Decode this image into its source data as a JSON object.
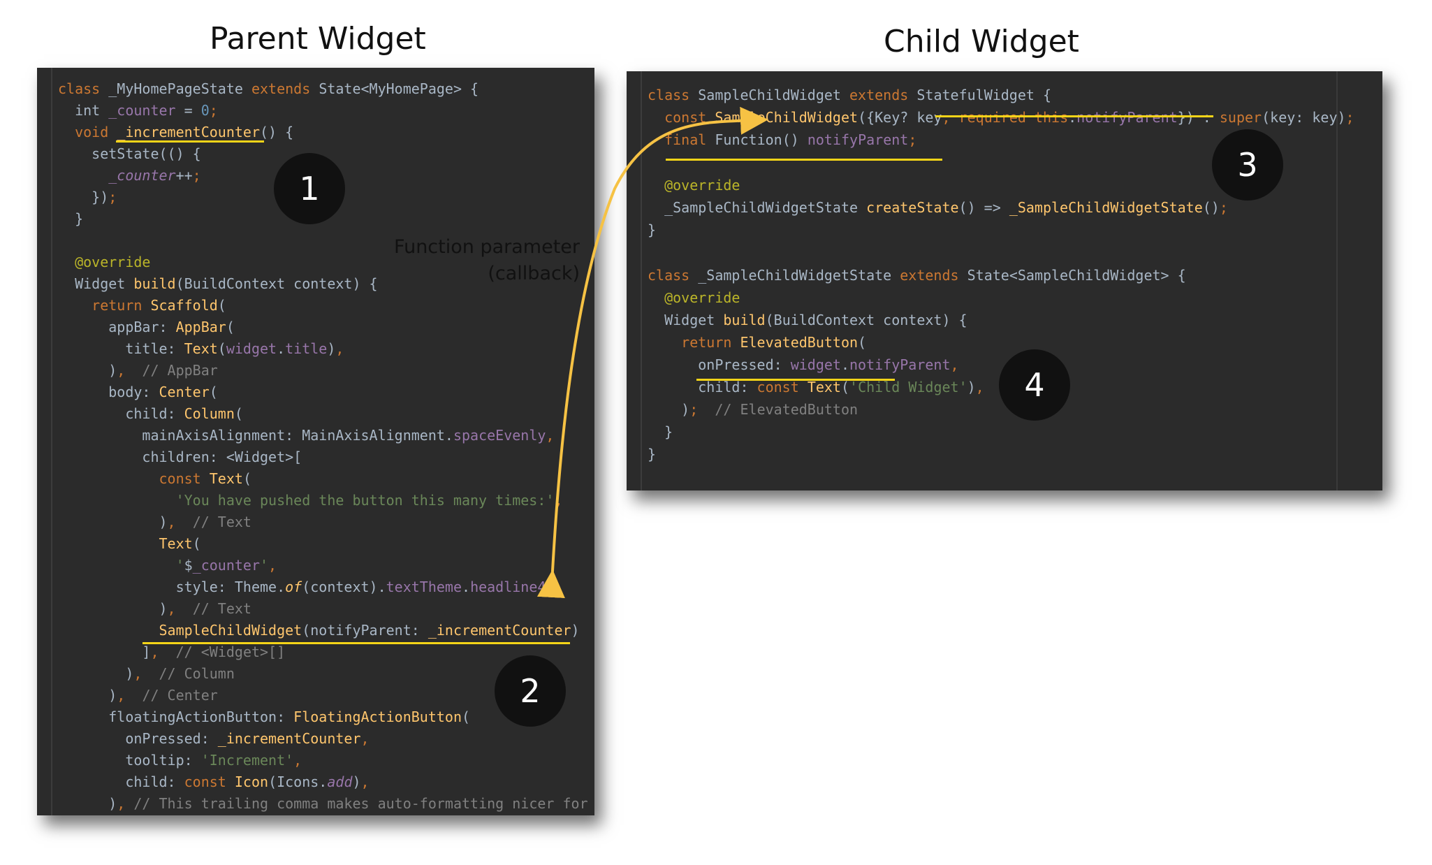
{
  "parent": {
    "heading": "Parent Widget",
    "lines": [
      "class _MyHomePageState extends State<MyHomePage> {",
      "  int _counter = 0;",
      "  void _incrementCounter() {",
      "    setState(() {",
      "      _counter++;",
      "    });",
      "  }",
      "",
      "  @override",
      "  Widget build(BuildContext context) {",
      "    return Scaffold(",
      "      appBar: AppBar(",
      "        title: Text(widget.title),",
      "      ),  // AppBar",
      "      body: Center(",
      "        child: Column(",
      "          mainAxisAlignment: MainAxisAlignment.spaceEvenly,",
      "          children: <Widget>[",
      "            const Text(",
      "              'You have pushed the button this many times:',",
      "            ),  // Text",
      "            Text(",
      "              '$_counter',",
      "              style: Theme.of(context).textTheme.headline4,",
      "            ),  // Text",
      "            SampleChildWidget(notifyParent: _incrementCounter)",
      "          ],  // <Widget>[]",
      "        ),  // Column",
      "      ),  // Center",
      "      floatingActionButton: FloatingActionButton(",
      "        onPressed: _incrementCounter,",
      "        tooltip: 'Increment',",
      "        child: const Icon(Icons.add),",
      "      ), // This trailing comma makes auto-formatting nicer for b"
    ]
  },
  "child": {
    "heading": "Child Widget",
    "lines": [
      "class SampleChildWidget extends StatefulWidget {",
      "  const SampleChildWidget({Key? key, required this.notifyParent}) : super(key: key);",
      "  final Function() notifyParent;",
      "",
      "  @override",
      "  _SampleChildWidgetState createState() => _SampleChildWidgetState();",
      "}",
      "",
      "class _SampleChildWidgetState extends State<SampleChildWidget> {",
      "  @override",
      "  Widget build(BuildContext context) {",
      "    return ElevatedButton(",
      "      onPressed: widget.notifyParent,",
      "      child: const Text('Child Widget'),",
      "    );  // ElevatedButton",
      "  }",
      "}"
    ]
  },
  "badges": [
    "1",
    "2",
    "3",
    "4"
  ],
  "callout": {
    "line1": "Function parameter",
    "line2": "(callback)"
  },
  "colors": {
    "editor_bg": "#2b2b2b",
    "keyword": "#cc7832",
    "function": "#ffc66d",
    "string": "#6a8759",
    "number": "#6897bb",
    "comment": "#808080",
    "field": "#9876aa",
    "annotation": "#bbb529",
    "default_text": "#a9b7c6",
    "highlight": "#f5d418",
    "arrow": "#f6c244"
  }
}
